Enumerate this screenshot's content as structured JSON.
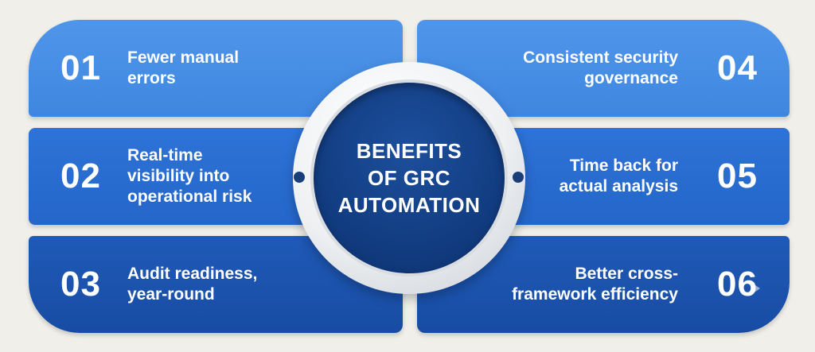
{
  "hub": {
    "title_lines": [
      "BENEFITS",
      "OF GRC",
      "AUTOMATION"
    ]
  },
  "benefits": [
    {
      "number": "01",
      "lines": [
        "Fewer manual",
        "errors"
      ],
      "color": "#4a90e6"
    },
    {
      "number": "02",
      "lines": [
        "Real-time",
        "visibility into",
        "operational risk"
      ],
      "color": "#2a6dd1"
    },
    {
      "number": "03",
      "lines": [
        "Audit readiness,",
        "year-round"
      ],
      "color": "#1b53ad"
    },
    {
      "number": "04",
      "lines": [
        "Consistent security",
        "governance"
      ],
      "color": "#4a90e6"
    },
    {
      "number": "05",
      "lines": [
        "Time back for",
        "actual analysis"
      ],
      "color": "#2a6dd1"
    },
    {
      "number": "06",
      "lines": [
        "Better cross-",
        "framework efficiency"
      ],
      "color": "#1b53ad"
    }
  ],
  "colors": {
    "background": "#f1efea",
    "hub_center": "#123d82"
  }
}
